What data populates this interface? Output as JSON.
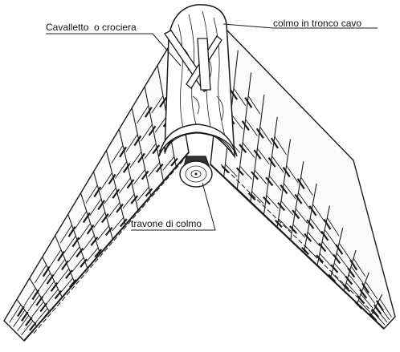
{
  "labels": {
    "cavalletto": "Cavalletto  o crociera",
    "colmo_tronco": "colmo in tronco cavo",
    "travone": "travone di colmo"
  },
  "colors": {
    "ink": "#1a1a1a",
    "paper": "#ffffff",
    "shingle_fill": "#fafafa",
    "wood_fill": "#ffffff"
  }
}
